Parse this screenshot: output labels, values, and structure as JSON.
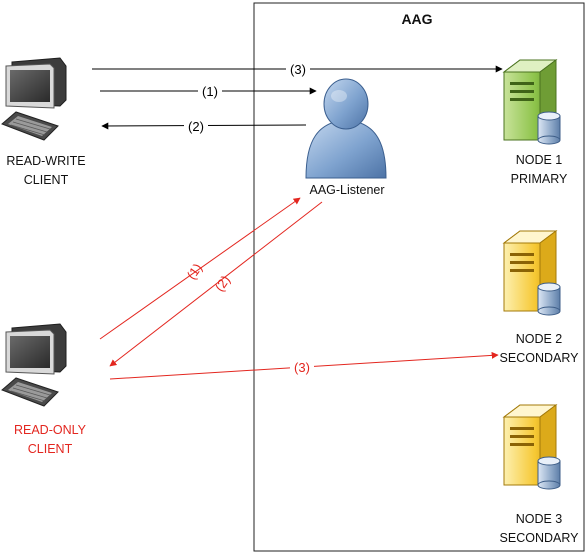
{
  "group": {
    "title": "AAG"
  },
  "listener": {
    "label": "AAG-Listener"
  },
  "clients": {
    "read_write": {
      "line1": "READ-WRITE",
      "line2": "CLIENT"
    },
    "read_only": {
      "line1": "READ-ONLY",
      "line2": "CLIENT"
    }
  },
  "nodes": [
    {
      "line1": "NODE 1",
      "line2": "PRIMARY",
      "color": "#8dc34a"
    },
    {
      "line1": "NODE 2",
      "line2": "SECONDARY",
      "color": "#f6c833"
    },
    {
      "line1": "NODE 3",
      "line2": "SECONDARY",
      "color": "#f6c833"
    }
  ],
  "arrows": {
    "rw_to_primary": "(3)",
    "rw_to_listener": "(1)",
    "listener_to_rw": "(2)",
    "ro_to_listener": "(1)",
    "listener_to_ro": "(2)",
    "ro_to_secondary": "(3)"
  },
  "colors": {
    "read_write_arrow": "#000000",
    "read_only_arrow": "#e3261f",
    "read_only_label": "#e3261f",
    "listener_person": "#7fa3cf"
  }
}
